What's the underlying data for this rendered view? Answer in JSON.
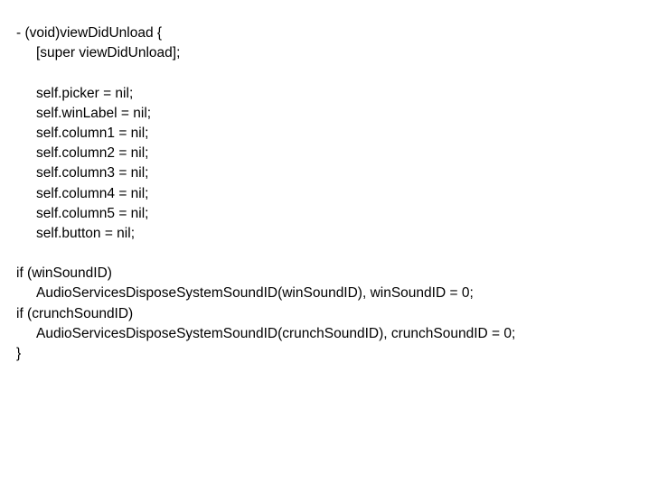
{
  "code_lines": [
    {
      "text": "- (void)viewDidUnload {",
      "indent": 0
    },
    {
      "text": "[super viewDidUnload];",
      "indent": 1
    },
    {
      "text": "",
      "indent": 0
    },
    {
      "text": "self.picker = nil;",
      "indent": 1
    },
    {
      "text": "self.winLabel = nil;",
      "indent": 1
    },
    {
      "text": "self.column1 = nil;",
      "indent": 1
    },
    {
      "text": "self.column2 = nil;",
      "indent": 1
    },
    {
      "text": "self.column3 = nil;",
      "indent": 1
    },
    {
      "text": "self.column4 = nil;",
      "indent": 1
    },
    {
      "text": "self.column5 = nil;",
      "indent": 1
    },
    {
      "text": "self.button = nil;",
      "indent": 1
    },
    {
      "text": "",
      "indent": 0
    },
    {
      "text": "if (winSoundID)",
      "indent": 0
    },
    {
      "text": "AudioServicesDisposeSystemSoundID(winSoundID), winSoundID = 0;",
      "indent": 1
    },
    {
      "text": "if (crunchSoundID)",
      "indent": 0
    },
    {
      "text": "AudioServicesDisposeSystemSoundID(crunchSoundID), crunchSoundID = 0;",
      "indent": 1
    },
    {
      "text": "}",
      "indent": 0
    }
  ]
}
